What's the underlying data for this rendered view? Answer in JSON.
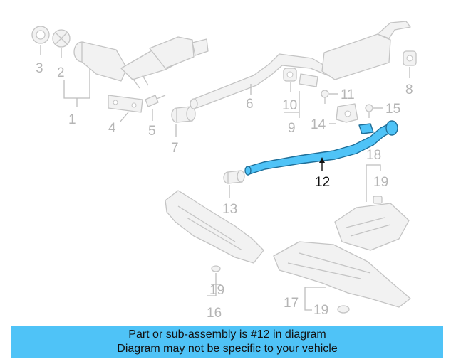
{
  "callouts": {
    "c1": "1",
    "c2": "2",
    "c3": "3",
    "c4": "4",
    "c5": "5",
    "c6": "6",
    "c7": "7",
    "c8": "8",
    "c9": "9",
    "c10": "10",
    "c11": "11",
    "c12": "12",
    "c13": "13",
    "c14": "14",
    "c15": "15",
    "c16": "16",
    "c17": "17",
    "c18": "18",
    "c19a": "19",
    "c19b": "19",
    "c19c": "19"
  },
  "highlighted_part": "12",
  "colors": {
    "highlight": "#4fc3f7",
    "ghost": "#c4c4c4",
    "banner": "#4fc3f7"
  },
  "banner": {
    "line1": "Part or sub-assembly is #12 in diagram",
    "line2": "Diagram may not be specific to your vehicle"
  }
}
